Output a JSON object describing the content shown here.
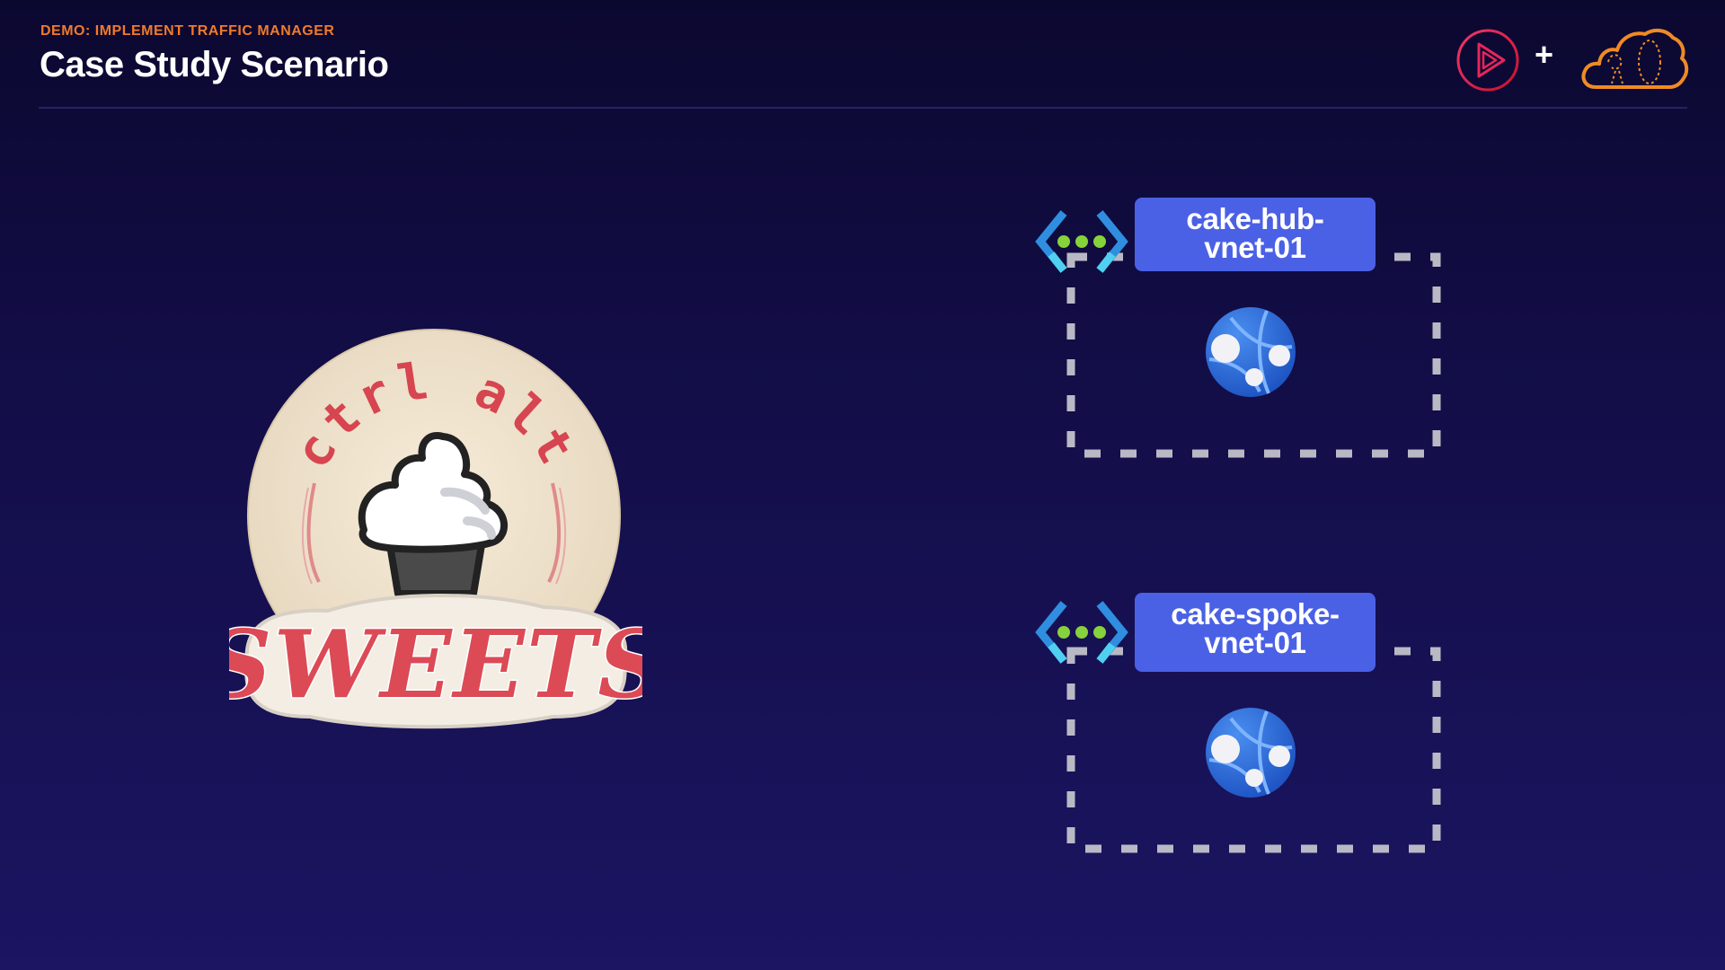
{
  "header": {
    "kicker": "DEMO: IMPLEMENT TRAFFIC MANAGER",
    "title": "Case Study Scenario"
  },
  "brand": {
    "plus": "+",
    "play_icon": "pluralsight-play-icon",
    "cloud_icon": "cloud-academy-icon"
  },
  "logo": {
    "top_text": "ctrl alt",
    "main_text": "SWEETS",
    "icon": "cupcake-icon"
  },
  "vnets": [
    {
      "label_line1": "cake-hub-",
      "label_line2": "vnet-01",
      "icon": "virtual-network-icon",
      "resource_icon": "web-app-globe-icon"
    },
    {
      "label_line1": "cake-spoke-",
      "label_line2": "vnet-01",
      "icon": "virtual-network-icon",
      "resource_icon": "web-app-globe-icon"
    }
  ],
  "colors": {
    "kicker": "#f07a2b",
    "label_bg": "#4a61e5",
    "dashed_border": "#b8b8c4",
    "logo_red": "#d94a55",
    "logo_cream": "#efe3d0"
  }
}
